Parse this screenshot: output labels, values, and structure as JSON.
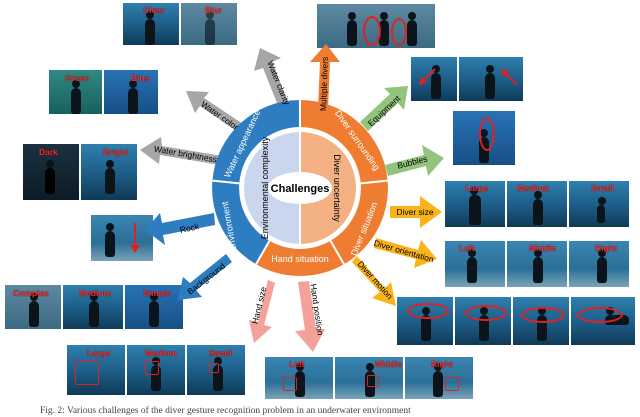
{
  "center": "Challenges",
  "left_core": "Environmental complexity",
  "right_core": "Diver uncertainty",
  "ring_segments": {
    "water_appearance": "Water appearance",
    "diver_surrounding": "Diver surrounding",
    "environment": "Environment",
    "diver_situation": "Diver situation",
    "hand_situation": "Hand situation"
  },
  "arrows": {
    "water_clarity": "Water clarity",
    "water_color": "Water color",
    "water_brightness": "Water brightness",
    "rock": "Rock",
    "background": "Background",
    "multiple_divers": "Multiple divers",
    "equipment": "Equipment",
    "bubbles": "Bubbles",
    "diver_size": "Diver size",
    "diver_orientation": "Diver orientation",
    "diver_motion": "Diver motion",
    "hand_size": "Hand size",
    "hand_position": "Hand position"
  },
  "photo_labels": {
    "clarity": [
      "Clear",
      "Blur"
    ],
    "color": [
      "Green",
      "Blue"
    ],
    "brightness": [
      "Dark",
      "Bright"
    ],
    "background": [
      "Complex",
      "Medium",
      "Simple"
    ],
    "hand_size": [
      "Large",
      "Medium",
      "Small"
    ],
    "hand_position": [
      "Left",
      "Middle",
      "Right"
    ],
    "diver_size": [
      "Large",
      "Medium",
      "Small"
    ],
    "orientation": [
      "Left",
      "Middle",
      "Right"
    ]
  },
  "colors": {
    "blue": "#2e7dc1",
    "orange": "#ee7d31",
    "gray": "#a6a6a6",
    "green": "#92c47d",
    "yellow": "#f9b41a",
    "pink": "#f4a19a",
    "label_red": "#ff2a2a"
  },
  "caption": "Fig. 2: Various challenges of the diver gesture recognition problem in an underwater environment"
}
